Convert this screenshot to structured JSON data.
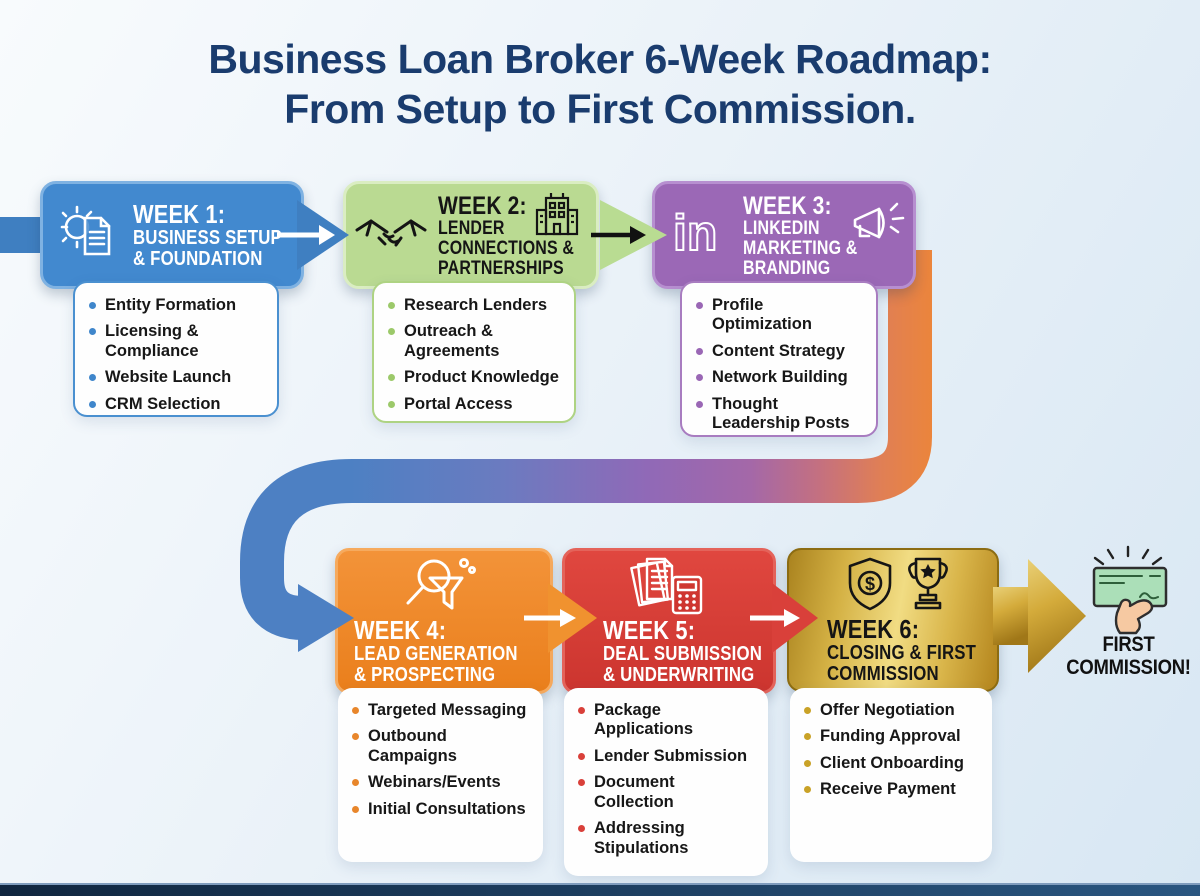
{
  "title": {
    "line1": "Business Loan Broker 6-Week Roadmap:",
    "line2": "From Setup to First Commission."
  },
  "weeks": [
    {
      "heading": [
        "WEEK 1:",
        "BUSINESS SETUP",
        "& FOUNDATION"
      ],
      "items": [
        "Entity Formation",
        "Licensing & Compliance",
        "Website Launch",
        "CRM Selection"
      ],
      "accent": "#3f86cb"
    },
    {
      "heading": [
        "WEEK 2:",
        "LENDER",
        "CONNECTIONS &",
        "PARTNERSHIPS"
      ],
      "items": [
        "Research Lenders",
        "Outreach & Agreements",
        "Product Knowledge",
        "Portal Access"
      ],
      "accent": "#9cc96a"
    },
    {
      "heading": [
        "WEEK 3:",
        "LINKEDIN",
        "MARKETING &",
        "BRANDING"
      ],
      "items": [
        "Profile Optimization",
        "Content Strategy",
        "Network Building",
        "Thought Leadership Posts"
      ],
      "accent": "#9a67b5"
    },
    {
      "heading": [
        "WEEK 4:",
        "LEAD GENERATION",
        "& PROSPECTING"
      ],
      "items": [
        "Targeted Messaging",
        "Outbound Campaigns",
        "Webinars/Events",
        "Initial Consultations"
      ],
      "accent": "#e8862b"
    },
    {
      "heading": [
        "WEEK 5:",
        "DEAL SUBMISSION",
        "& UNDERWRITING"
      ],
      "items": [
        "Package Applications",
        "Lender Submission",
        "Document Collection",
        "Addressing Stipulations"
      ],
      "accent": "#d9403a"
    },
    {
      "heading": [
        "WEEK 6:",
        "CLOSING & FIRST",
        "COMMISSION"
      ],
      "items": [
        "Offer Negotiation",
        "Funding Approval",
        "Client Onboarding",
        "Receive Payment"
      ],
      "accent": "#c9a227"
    }
  ],
  "final": {
    "line1": "FIRST",
    "line2": "COMMISSION!"
  },
  "icons": {
    "week1": "gear-document-icon",
    "week2_left": "handshake-icon",
    "week2_right": "building-icon",
    "week3_left": "linkedin-in-icon",
    "week3_right": "megaphone-icon",
    "week4": "magnifier-funnel-icon",
    "week5": "documents-calculator-icon",
    "week6_left": "shield-dollar-icon",
    "week6_right": "trophy-icon",
    "final": "hand-check-icon",
    "linkedin_text": "in",
    "dollar_sign": "$"
  },
  "colors": {
    "background_top": "#f8fbfd",
    "background_bottom": "#d8e7f3",
    "title": "#1a3c6e",
    "week1_box": "#4289cf",
    "week2_box": "#bada92",
    "week3_box": "#9b68b6",
    "week4_box": "#ef8a2e",
    "week5_box": "#d9403a",
    "week6_box_gold": "#d9b54a",
    "ribbon_blue": "#4d80c3",
    "ribbon_purple": "#9a67b5",
    "ribbon_orange": "#ef8733",
    "check_green": "#abdfb8",
    "hand_skin": "#f6c9a2",
    "bottom_bar": "#10263f"
  }
}
